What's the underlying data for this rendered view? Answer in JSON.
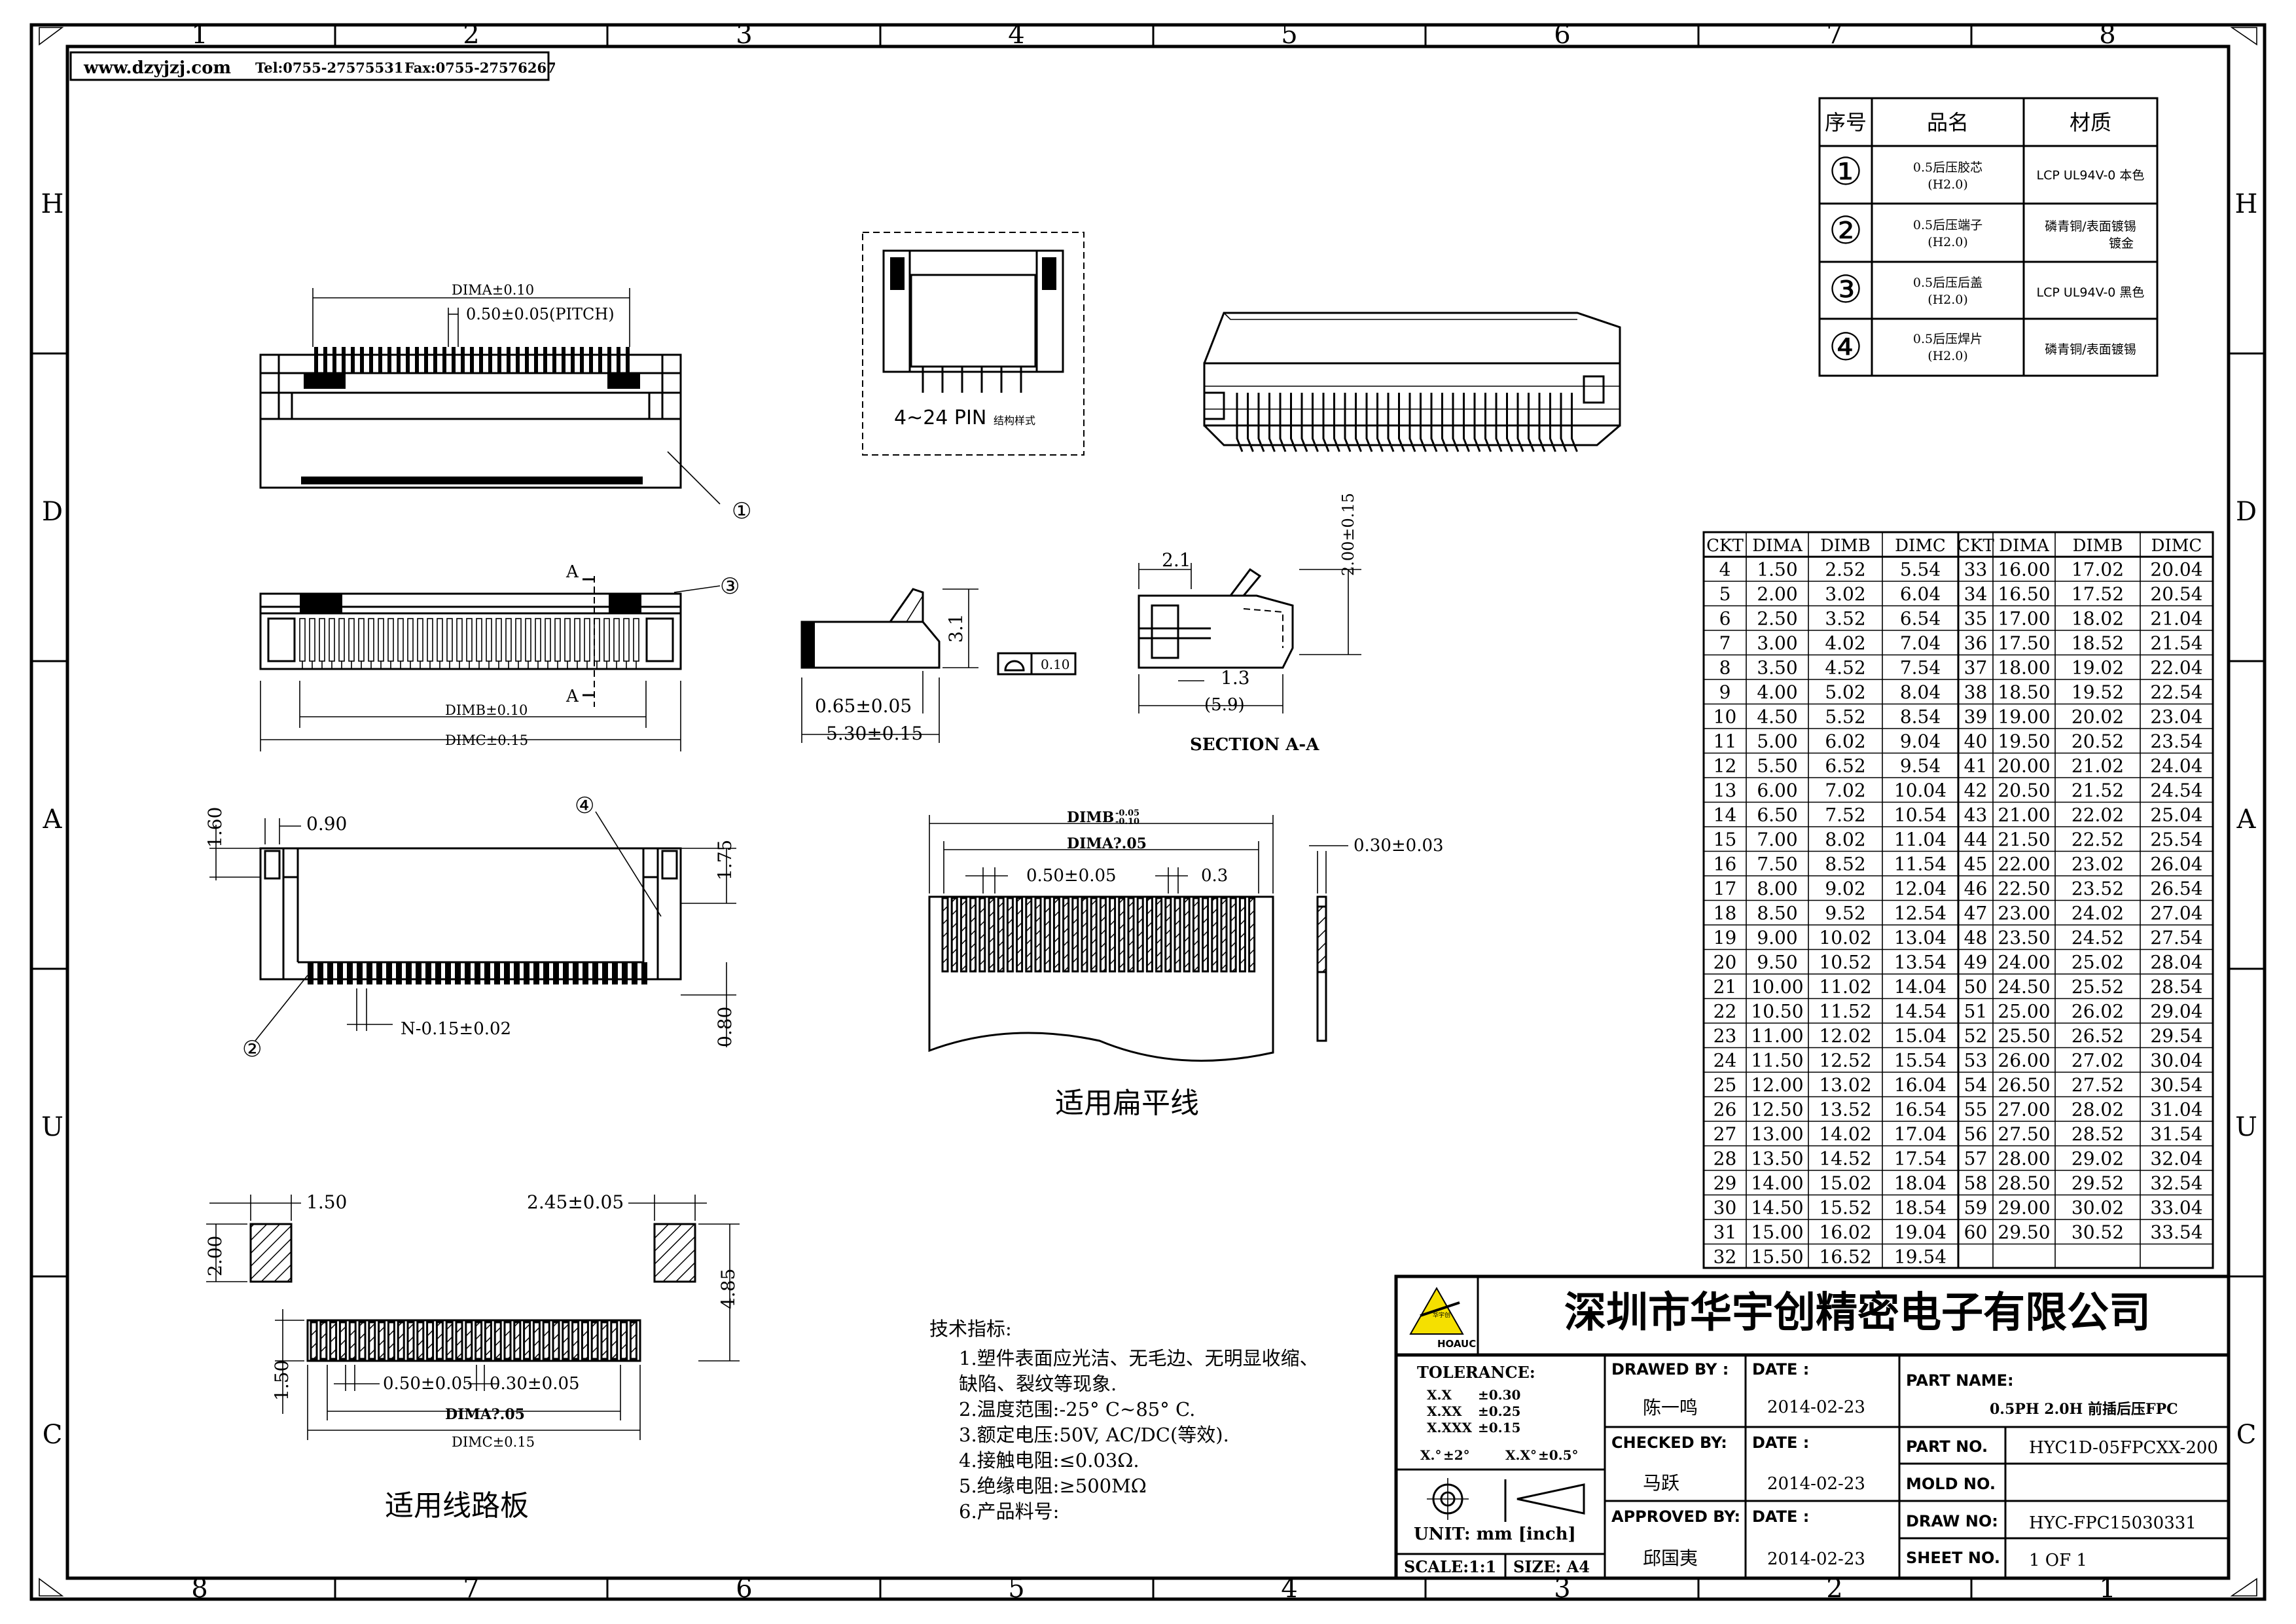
{
  "header": {
    "website": "www.dzyjzj.com",
    "tel": "Tel:0755-27575531",
    "fax": "Fax:0755-27576267"
  },
  "grid": {
    "columns": [
      "1",
      "2",
      "3",
      "4",
      "5",
      "6",
      "7",
      "8"
    ],
    "columns_bottom": [
      "8",
      "7",
      "6",
      "5",
      "4",
      "3",
      "2",
      "1"
    ],
    "rows": [
      "H",
      "D",
      "A",
      "U",
      "C"
    ]
  },
  "parts_table": {
    "headers": [
      "序号",
      "品名",
      "材质"
    ],
    "rows": [
      {
        "no": "①",
        "name": "0.5后压胶芯",
        "name_sub": "(H2.0)",
        "material": "LCP UL94V-0 本色",
        "material_sub": ""
      },
      {
        "no": "②",
        "name": "0.5后压端子",
        "name_sub": "(H2.0)",
        "material": "磷青铜/表面镀锡",
        "material_sub": "镀金"
      },
      {
        "no": "③",
        "name": "0.5后压后盖",
        "name_sub": "(H2.0)",
        "material": "LCP UL94V-0 黑色",
        "material_sub": ""
      },
      {
        "no": "④",
        "name": "0.5后压焊片",
        "name_sub": "(H2.0)",
        "material": "磷青铜/表面镀锡",
        "material_sub": ""
      }
    ]
  },
  "dim_table": {
    "headers": [
      "CKT",
      "DIMA",
      "DIMB",
      "DIMC",
      "CKT",
      "DIMA",
      "DIMB",
      "DIMC"
    ],
    "left": [
      [
        "4",
        "1.50",
        "2.52",
        "5.54"
      ],
      [
        "5",
        "2.00",
        "3.02",
        "6.04"
      ],
      [
        "6",
        "2.50",
        "3.52",
        "6.54"
      ],
      [
        "7",
        "3.00",
        "4.02",
        "7.04"
      ],
      [
        "8",
        "3.50",
        "4.52",
        "7.54"
      ],
      [
        "9",
        "4.00",
        "5.02",
        "8.04"
      ],
      [
        "10",
        "4.50",
        "5.52",
        "8.54"
      ],
      [
        "11",
        "5.00",
        "6.02",
        "9.04"
      ],
      [
        "12",
        "5.50",
        "6.52",
        "9.54"
      ],
      [
        "13",
        "6.00",
        "7.02",
        "10.04"
      ],
      [
        "14",
        "6.50",
        "7.52",
        "10.54"
      ],
      [
        "15",
        "7.00",
        "8.02",
        "11.04"
      ],
      [
        "16",
        "7.50",
        "8.52",
        "11.54"
      ],
      [
        "17",
        "8.00",
        "9.02",
        "12.04"
      ],
      [
        "18",
        "8.50",
        "9.52",
        "12.54"
      ],
      [
        "19",
        "9.00",
        "10.02",
        "13.04"
      ],
      [
        "20",
        "9.50",
        "10.52",
        "13.54"
      ],
      [
        "21",
        "10.00",
        "11.02",
        "14.04"
      ],
      [
        "22",
        "10.50",
        "11.52",
        "14.54"
      ],
      [
        "23",
        "11.00",
        "12.02",
        "15.04"
      ],
      [
        "24",
        "11.50",
        "12.52",
        "15.54"
      ],
      [
        "25",
        "12.00",
        "13.02",
        "16.04"
      ],
      [
        "26",
        "12.50",
        "13.52",
        "16.54"
      ],
      [
        "27",
        "13.00",
        "14.02",
        "17.04"
      ],
      [
        "28",
        "13.50",
        "14.52",
        "17.54"
      ],
      [
        "29",
        "14.00",
        "15.02",
        "18.04"
      ],
      [
        "30",
        "14.50",
        "15.52",
        "18.54"
      ],
      [
        "31",
        "15.00",
        "16.02",
        "19.04"
      ],
      [
        "32",
        "15.50",
        "16.52",
        "19.54"
      ]
    ],
    "right": [
      [
        "33",
        "16.00",
        "17.02",
        "20.04"
      ],
      [
        "34",
        "16.50",
        "17.52",
        "20.54"
      ],
      [
        "35",
        "17.00",
        "18.02",
        "21.04"
      ],
      [
        "36",
        "17.50",
        "18.52",
        "21.54"
      ],
      [
        "37",
        "18.00",
        "19.02",
        "22.04"
      ],
      [
        "38",
        "18.50",
        "19.52",
        "22.54"
      ],
      [
        "39",
        "19.00",
        "20.02",
        "23.04"
      ],
      [
        "40",
        "19.50",
        "20.52",
        "23.54"
      ],
      [
        "41",
        "20.00",
        "21.02",
        "24.04"
      ],
      [
        "42",
        "20.50",
        "21.52",
        "24.54"
      ],
      [
        "43",
        "21.00",
        "22.02",
        "25.04"
      ],
      [
        "44",
        "21.50",
        "22.52",
        "25.54"
      ],
      [
        "45",
        "22.00",
        "23.02",
        "26.04"
      ],
      [
        "46",
        "22.50",
        "23.52",
        "26.54"
      ],
      [
        "47",
        "23.00",
        "24.02",
        "27.04"
      ],
      [
        "48",
        "23.50",
        "24.52",
        "27.54"
      ],
      [
        "49",
        "24.00",
        "25.02",
        "28.04"
      ],
      [
        "50",
        "24.50",
        "25.52",
        "28.54"
      ],
      [
        "51",
        "25.00",
        "26.02",
        "29.04"
      ],
      [
        "52",
        "25.50",
        "26.52",
        "29.54"
      ],
      [
        "53",
        "26.00",
        "27.02",
        "30.04"
      ],
      [
        "54",
        "26.50",
        "27.52",
        "30.54"
      ],
      [
        "55",
        "27.00",
        "28.02",
        "31.04"
      ],
      [
        "56",
        "27.50",
        "28.52",
        "31.54"
      ],
      [
        "57",
        "28.00",
        "29.02",
        "32.04"
      ],
      [
        "58",
        "28.50",
        "29.52",
        "32.54"
      ],
      [
        "59",
        "29.00",
        "30.02",
        "33.04"
      ],
      [
        "60",
        "29.50",
        "30.52",
        "33.54"
      ]
    ]
  },
  "dims": {
    "dima_010": "DIMA±0.10",
    "pitch": "0.50±0.05(PITCH)",
    "dimb_010": "DIMB±0.10",
    "dimc_015": "DIMC±0.15",
    "section_a": "A",
    "side_31": "3.1",
    "side_065": "0.65±0.05",
    "side_530": "5.30±0.15",
    "flatness": "0.10",
    "sec_21": "2.1",
    "sec_200": "2.00±0.15",
    "sec_13": "1.3",
    "sec_59": "(5.9)",
    "section_label": "SECTION A-A",
    "pin_note": "4~24 PIN",
    "pin_note_suffix": "结构样式",
    "bot_160": "1.60",
    "bot_090": "0.90",
    "bot_175": "1.75",
    "bot_080": "0.80",
    "bot_n015": "N-0.15±0.02",
    "fpc_dimb": "DIMB",
    "fpc_dimb_tol_up": "-0.05",
    "fpc_dimb_tol_dn": "-0.10",
    "fpc_dima": "DIMA?.05",
    "fpc_050": "0.50±0.05",
    "fpc_03": "0.3",
    "fpc_030": "0.30±0.03",
    "fpc_caption": "适用扁平线",
    "pcb_150a": "1.50",
    "pcb_245": "2.45±0.05",
    "pcb_200": "2.00",
    "pcb_485": "4.85",
    "pcb_150b": "1.50",
    "pcb_050": "0.50±0.05",
    "pcb_030": "0.30±0.05",
    "pcb_dima": "DIMA?.05",
    "pcb_dimc": "DIMC±0.15",
    "pcb_caption": "适用线路板"
  },
  "balloons": [
    "①",
    "②",
    "③",
    "④"
  ],
  "tech": {
    "title": "技术指标:",
    "items": [
      "1.塑件表面应光洁、无毛边、无明显收缩、",
      "   缺陷、裂纹等现象.",
      "2.温度范围:-25° C~85° C.",
      "3.额定电压:50V, AC/DC(等效).",
      "4.接触电阻:≤0.03Ω.",
      "5.绝缘电阻:≥500MΩ",
      "6.产品料号:"
    ]
  },
  "title_block": {
    "company": "深圳市华宇创精密电子有限公司",
    "logo_text": "HOAUC",
    "logo_top": "华宇创",
    "tolerance_label": "TOLERANCE:",
    "tol_x": "X.X",
    "tol_x_val": "±0.30",
    "tol_xx": "X.XX",
    "tol_xx_val": "±0.25",
    "tol_xxx": "X.XXX",
    "tol_xxx_val": "±0.15",
    "tol_ang1": "X.°",
    "tol_ang1_val": "±2°",
    "tol_ang2": "X.X°",
    "tol_ang2_val": "±0.5°",
    "unit": "UNIT:  mm  [inch]",
    "scale": "SCALE:1:1",
    "size": "SIZE:  A4",
    "drawn_by_label": "DRAWED  BY :",
    "drawn_by": "陈一鸣",
    "checked_by_label": "CHECKED  BY:",
    "checked_by": "马跃",
    "approved_by_label": "APPROVED  BY:",
    "approved_by": "邱国夷",
    "date_label": "DATE  :",
    "date1": "2014-02-23",
    "date2": "2014-02-23",
    "date3": "2014-02-23",
    "part_name_label": "PART  NAME:",
    "part_name": "0.5PH 2.0H 前插后压FPC",
    "part_no_label": "PART  NO.",
    "part_no": "HYC1D-05FPCXX-200",
    "mold_no_label": "MOLD  NO.",
    "mold_no": "",
    "draw_no_label": "DRAW  NO:",
    "draw_no": "HYC-FPC15030331",
    "sheet_no_label": "SHEET  NO.",
    "sheet_no": "1  OF  1"
  }
}
